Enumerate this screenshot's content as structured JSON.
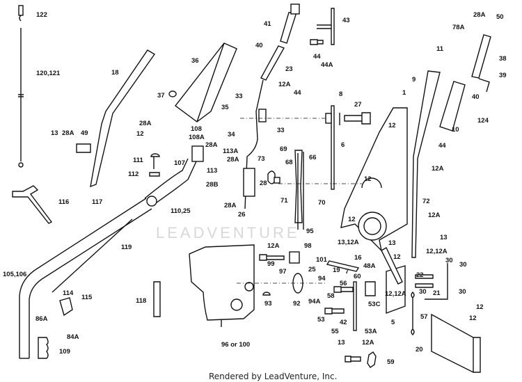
{
  "watermark": "LEADVENTURE",
  "credit": "Rendered by LeadVenture, Inc.",
  "colors": {
    "line": "#111111",
    "background": "#ffffff",
    "watermark": "#d8d8d8"
  },
  "labels": [
    "122",
    "120,121",
    "18",
    "36",
    "37",
    "33",
    "35",
    "34",
    "28A",
    "12",
    "13",
    "28A",
    "49",
    "108",
    "108A",
    "28A",
    "113A",
    "113",
    "28A",
    "111",
    "112",
    "107",
    "28B",
    "116",
    "117",
    "110,25",
    "28A",
    "26",
    "119",
    "105,106",
    "114",
    "115",
    "118",
    "86A",
    "84A",
    "109",
    "96 or 100",
    "41",
    "43",
    "40",
    "44",
    "44A",
    "23",
    "12A",
    "44",
    "8",
    "27",
    "33",
    "1",
    "12",
    "6",
    "9",
    "11",
    "28A",
    "50",
    "78A",
    "38",
    "39",
    "40",
    "124",
    "10",
    "44",
    "12A",
    "69",
    "73",
    "68",
    "66",
    "28",
    "71",
    "70",
    "12",
    "72",
    "95",
    "12A",
    "13",
    "12",
    "13,12A",
    "13",
    "12A",
    "98",
    "99",
    "101",
    "97",
    "25",
    "19",
    "7",
    "16",
    "12",
    "12,12A",
    "30",
    "30",
    "48A",
    "60",
    "56",
    "94",
    "22",
    "30",
    "21",
    "30",
    "93",
    "92",
    "94A",
    "58",
    "12,12A",
    "53C",
    "12",
    "12",
    "57",
    "53",
    "42",
    "5",
    "55",
    "53A",
    "20",
    "13",
    "12A",
    "59"
  ]
}
